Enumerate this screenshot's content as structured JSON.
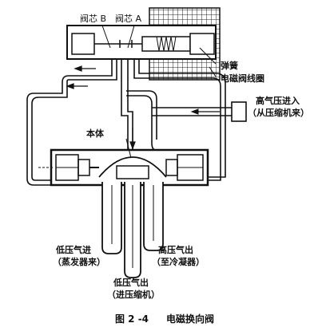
{
  "labels": {
    "spool_b": "阀芯 B",
    "spool_a": "阀芯 A",
    "spring": "弹簧",
    "solenoid_coil": "电磁阀线圈",
    "high_pressure_in": "高气压进入",
    "from_compressor": "（从压缩机来）",
    "body": "本体",
    "low_pressure_in": "低压气进",
    "from_evaporator": "（蒸发器来）",
    "high_pressure_out": "高压气出",
    "to_condenser": "（至冷凝器）",
    "low_pressure_out": "低压气出",
    "to_compressor": "（进压缩机）"
  },
  "caption": {
    "number": "图 2 -4",
    "title": "电磁换向阀"
  }
}
